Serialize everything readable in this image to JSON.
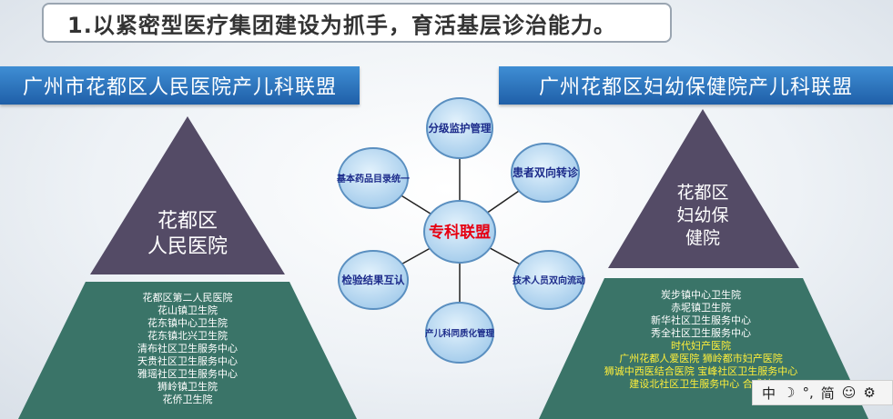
{
  "title": "1.以紧密型医疗集团建设为抓手，育活基层诊治能力。",
  "left": {
    "banner": "广州市花都区人民医院产儿科联盟",
    "apex_line1": "花都区",
    "apex_line2": "人民医院",
    "members": [
      "花都区第二人民医院",
      "花山镇卫生院",
      "花东镇中心卫生院",
      "花东镇北兴卫生院",
      "清布社区卫生服务中心",
      "天贵社区卫生服务中心",
      "雅瑶社区卫生服务中心",
      "狮岭镇卫生院",
      "花侨卫生院"
    ]
  },
  "right": {
    "banner": "广州花都区妇幼保健院产儿科联盟",
    "apex_line1": "花都区",
    "apex_line2": "妇幼保",
    "apex_line3": "健院",
    "members_white": [
      "炭步镇中心卫生院",
      "赤坭镇卫生院",
      "新华社区卫生服务中心",
      "秀全社区卫生服务中心"
    ],
    "members_yellow": [
      "时代妇产医院",
      "广州花都人爱医院  狮岭都市妇产医院",
      "狮诚中西医结合医院  宝峰社区卫生服务中心",
      "建设北社区卫生服务中心  合成社"
    ]
  },
  "hub": {
    "center": "专科联盟",
    "nodes": [
      "分级监护管理",
      "患者双向转诊",
      "技术人员双向流动",
      "产儿科同质化管理",
      "检验结果互认",
      "基本药品目录统一"
    ]
  },
  "ime": {
    "items": [
      "中",
      "☽",
      "°,",
      "简",
      "☺",
      "⚙"
    ]
  },
  "colors": {
    "banner": "#2a74c0",
    "apex": "#544b66",
    "base": "#3a7468",
    "node_fill": "#b9dbf3",
    "node_stroke": "#5a8fc0",
    "center_text": "#e60012",
    "yellow_text": "#ffef3a"
  }
}
